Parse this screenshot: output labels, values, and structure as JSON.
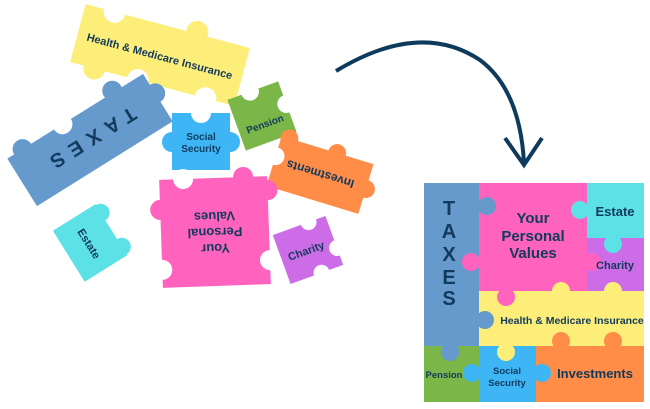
{
  "colors": {
    "yellow": "#fdee7a",
    "blue_steel": "#6699cc",
    "sky_blue": "#3eb6f5",
    "green": "#7ab648",
    "orange": "#ff8c47",
    "pink": "#ff63be",
    "cyan": "#5ce1e6",
    "purple": "#cc6ce7",
    "text": "#123a5c",
    "arrow": "#0e3a5c"
  },
  "scattered": {
    "health": "Health & Medicare Insurance",
    "taxes": "TAXES",
    "social_line1": "Social",
    "social_line2": "Security",
    "pension": "Pension",
    "investments": "Investments",
    "values_line1": "Your",
    "values_line2": "Personal",
    "values_line3": "Values",
    "estate": "Estate",
    "charity": "Charity"
  },
  "arrow": {
    "icon": "curved-arrow-icon"
  },
  "assembled": {
    "taxes_letters": [
      "T",
      "A",
      "X",
      "E",
      "S"
    ],
    "values_line1": "Your",
    "values_line2": "Personal",
    "values_line3": "Values",
    "estate": "Estate",
    "charity": "Charity",
    "health": "Health & Medicare Insurance",
    "pension": "Pension",
    "social_line1": "Social",
    "social_line2": "Security",
    "investments": "Investments"
  }
}
